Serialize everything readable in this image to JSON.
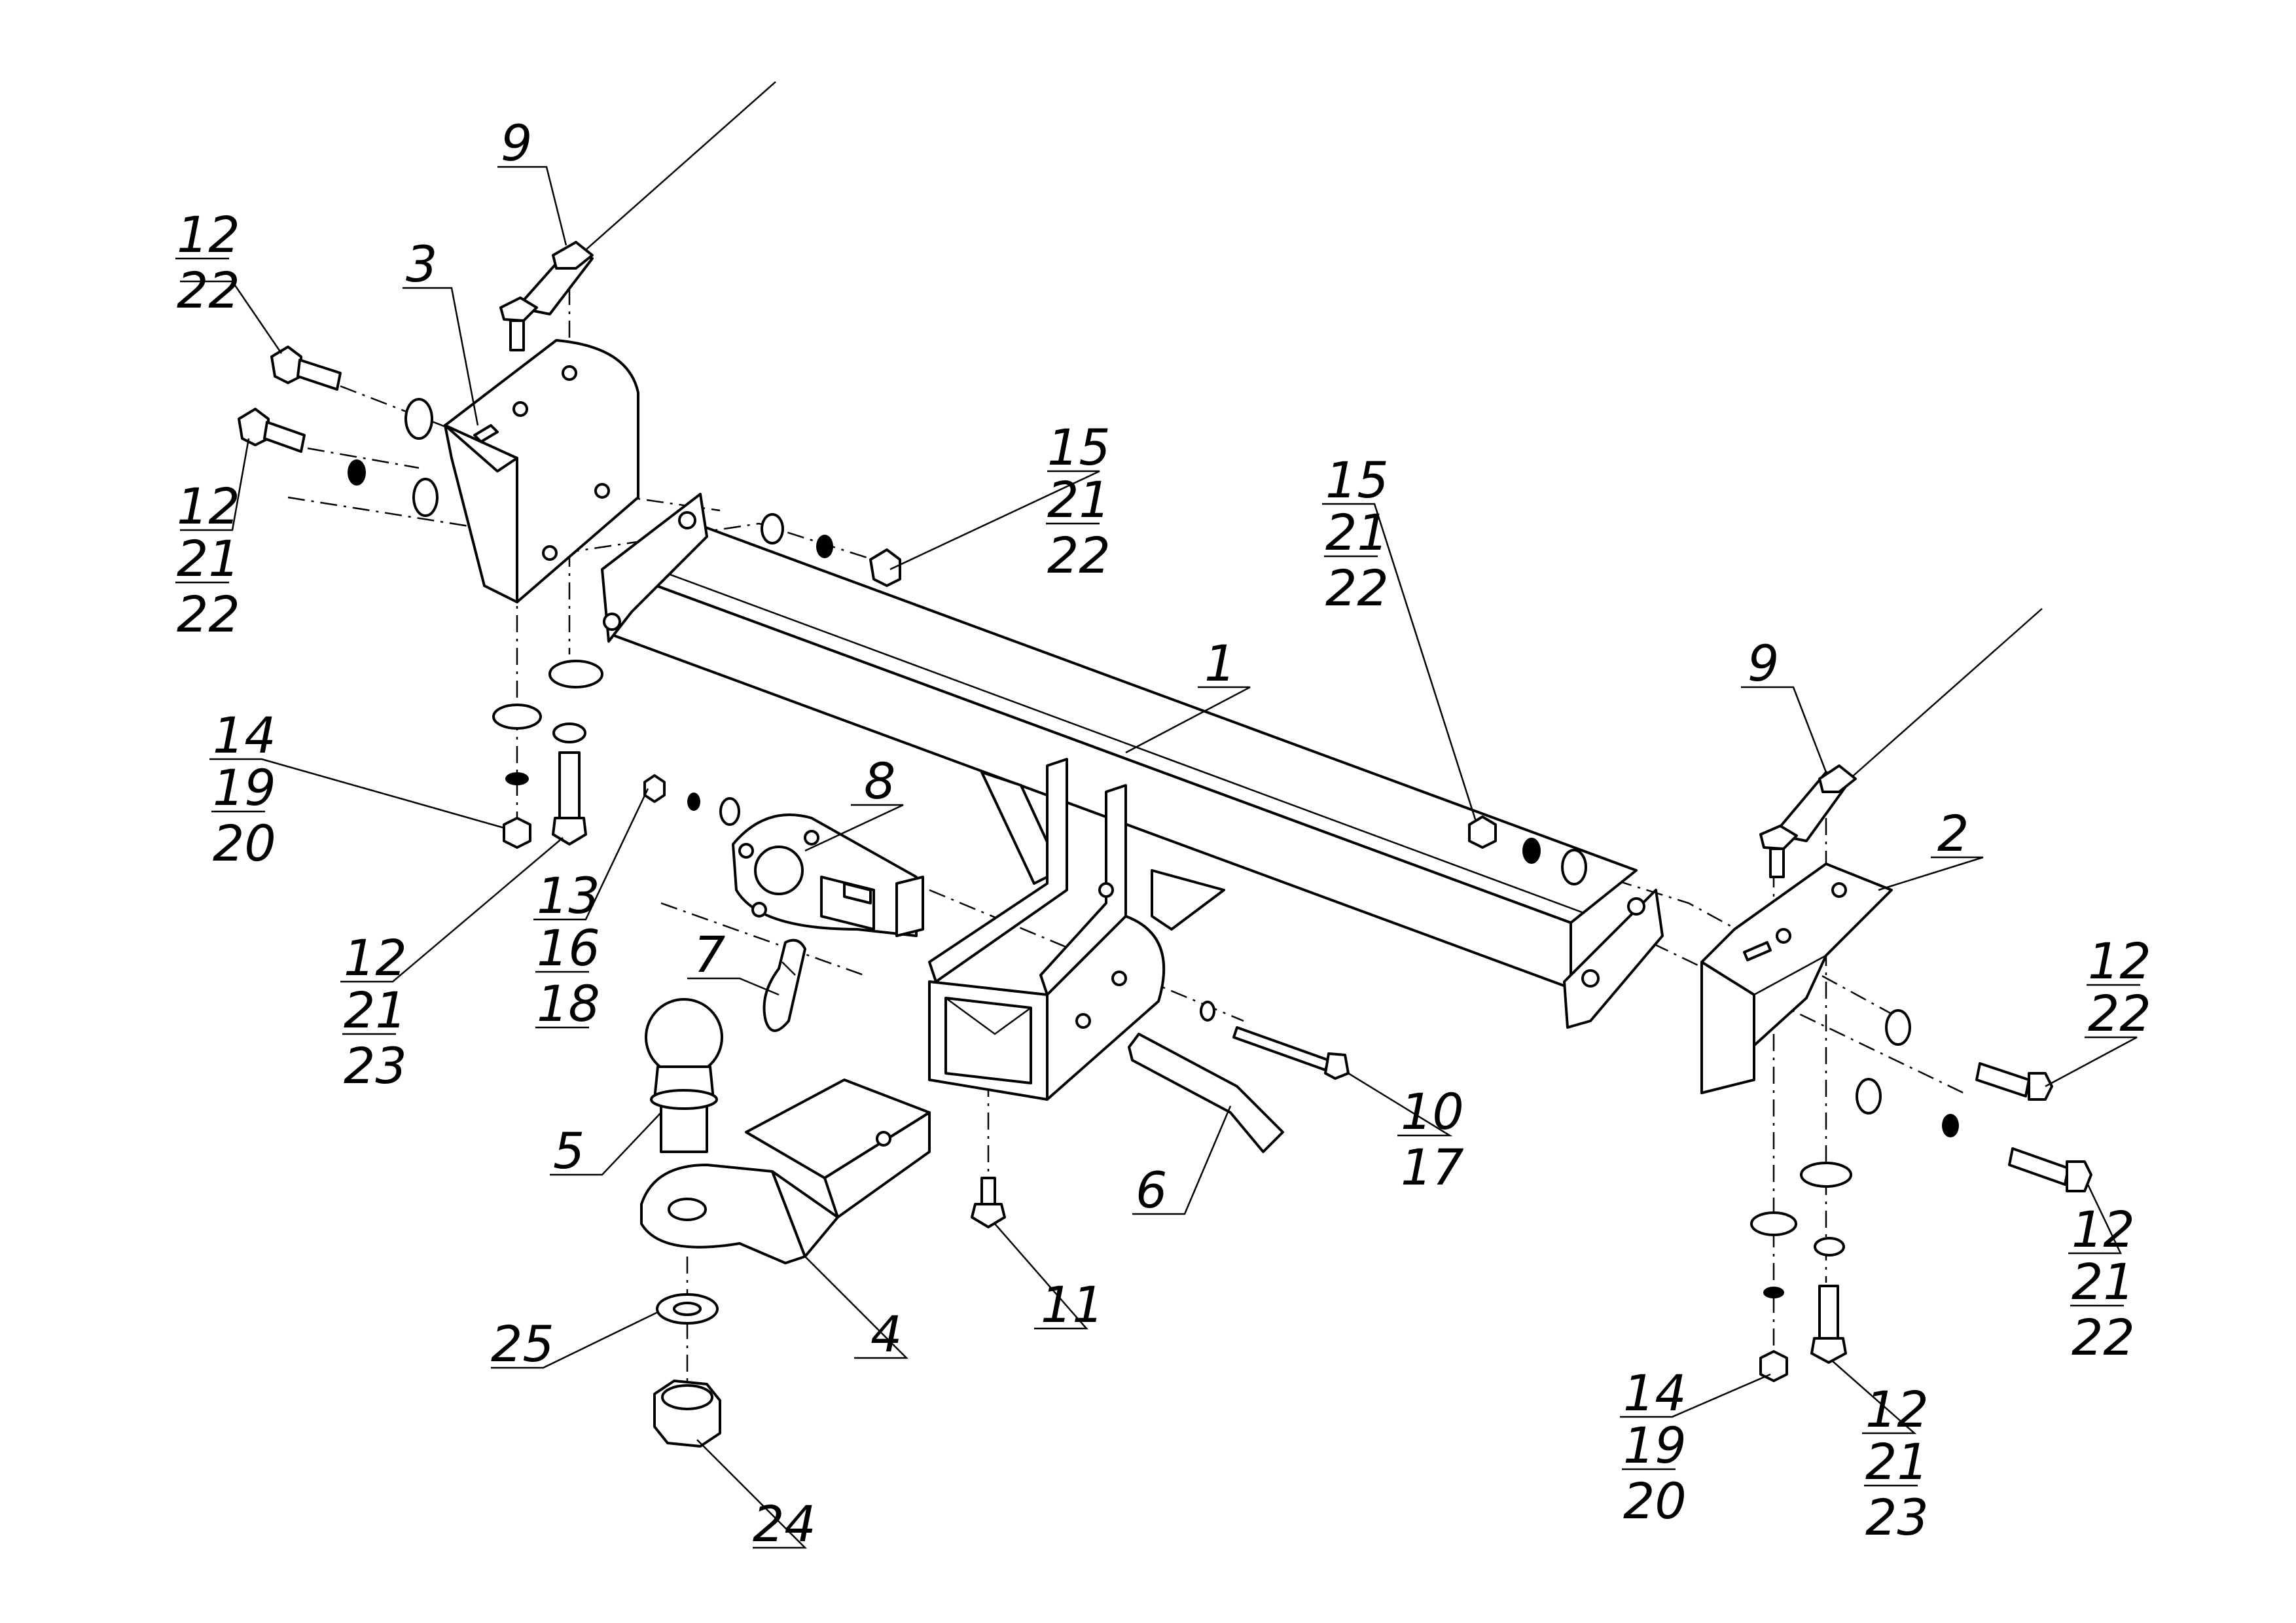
{
  "diagram": {
    "type": "exploded-assembly",
    "labels": [
      {
        "id": "l9a",
        "lines": [
          "9"
        ]
      },
      {
        "id": "l3",
        "lines": [
          "3"
        ]
      },
      {
        "id": "l12a",
        "lines": [
          "12",
          "22"
        ]
      },
      {
        "id": "l12b",
        "lines": [
          "12",
          "21",
          "22"
        ]
      },
      {
        "id": "l15a",
        "lines": [
          "15",
          "21",
          "22"
        ]
      },
      {
        "id": "l15b",
        "lines": [
          "15",
          "21",
          "22"
        ]
      },
      {
        "id": "l1",
        "lines": [
          "1"
        ]
      },
      {
        "id": "l9b",
        "lines": [
          "9"
        ]
      },
      {
        "id": "l2",
        "lines": [
          "2"
        ]
      },
      {
        "id": "l14a",
        "lines": [
          "14",
          "19",
          "20"
        ]
      },
      {
        "id": "l12c",
        "lines": [
          "12",
          "21",
          "23"
        ]
      },
      {
        "id": "l13",
        "lines": [
          "13",
          "16",
          "18"
        ]
      },
      {
        "id": "l8",
        "lines": [
          "8"
        ]
      },
      {
        "id": "l7",
        "lines": [
          "7"
        ]
      },
      {
        "id": "l5",
        "lines": [
          "5"
        ]
      },
      {
        "id": "l25",
        "lines": [
          "25"
        ]
      },
      {
        "id": "l4",
        "lines": [
          "4"
        ]
      },
      {
        "id": "l24",
        "lines": [
          "24"
        ]
      },
      {
        "id": "l11",
        "lines": [
          "11"
        ]
      },
      {
        "id": "l6",
        "lines": [
          "6"
        ]
      },
      {
        "id": "l10",
        "lines": [
          "10",
          "17"
        ]
      },
      {
        "id": "l12d",
        "lines": [
          "12",
          "22"
        ]
      },
      {
        "id": "l12e",
        "lines": [
          "12",
          "21",
          "22"
        ]
      },
      {
        "id": "l14b",
        "lines": [
          "14",
          "19",
          "20"
        ]
      },
      {
        "id": "l12f",
        "lines": [
          "12",
          "21",
          "23"
        ]
      }
    ]
  }
}
